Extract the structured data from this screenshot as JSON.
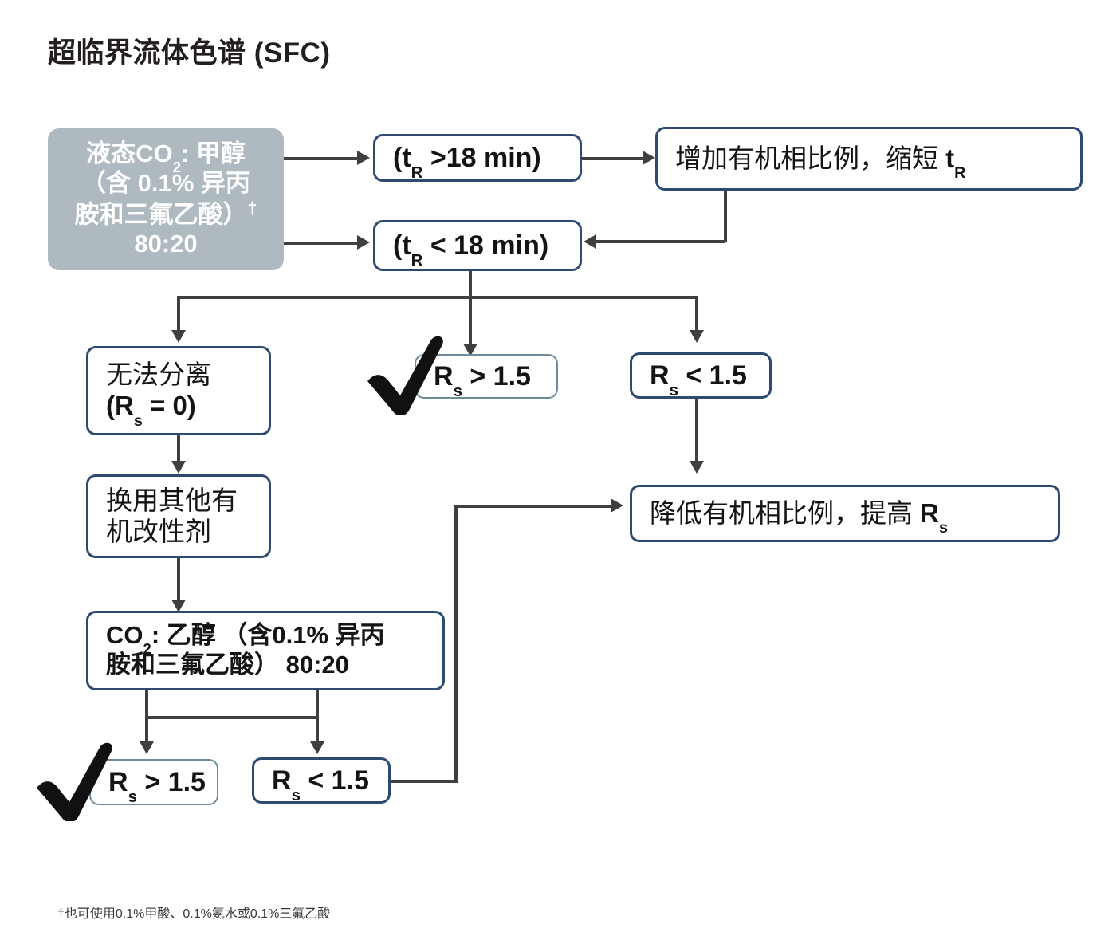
{
  "title": "超临界流体色谱 (SFC)",
  "footnote": "†也可使用0.1%甲酸、0.1%氨水或0.1%三氟乙酸",
  "colors": {
    "navy_border": "#2f4a72",
    "steel_border": "#6e8b9b",
    "start_box_fill": "#aeb9c0",
    "connector": "#3f3f3f",
    "text": "#141414",
    "title_text": "#231f20"
  },
  "nodes": {
    "start": {
      "id": "start-mobile-phase",
      "line1_pre": "液态CO",
      "line1_sub": "2",
      "line1_post": ": 甲醇",
      "line2": "（含 0.1% 异丙",
      "line3": "胺和三氟乙酸）",
      "dagger": "†",
      "line4": "80:20"
    },
    "tr_gt": {
      "pre": "(t",
      "sub": "R",
      "post": " >18 min)"
    },
    "tr_lt": {
      "pre": "(t",
      "sub": "R",
      "post": " < 18 min)"
    },
    "increase_organic": {
      "pre": "增加有机相比例，缩短 ",
      "bold": "t",
      "sub": "R"
    },
    "no_separation": {
      "line1": "无法分离",
      "line2_pre": "(R",
      "line2_sub": "s",
      "line2_post": " = 0)"
    },
    "switch_modifier": {
      "line1": "换用其他有",
      "line2": "机改性剂"
    },
    "co2_ethanol": {
      "line1_pre": "CO",
      "line1_sub": "2",
      "line1_post": ": 乙醇 （含0.1% 异丙",
      "line2": "胺和三氟乙酸） 80:20"
    },
    "rs_gt_mid": {
      "pre": "R",
      "sub": "s",
      "post": " > 1.5"
    },
    "rs_lt_mid": {
      "pre": "R",
      "sub": "s",
      "post": " < 1.5"
    },
    "rs_gt_bottom": {
      "pre": "R",
      "sub": "s",
      "post": " > 1.5"
    },
    "rs_lt_bottom": {
      "pre": "R",
      "sub": "s",
      "post": " < 1.5"
    },
    "decrease_organic": {
      "pre": "降低有机相比例，提高 ",
      "bold": "R",
      "sub": "s"
    }
  },
  "icons": {
    "check_mid": "check-mark-icon",
    "check_bottom": "check-mark-icon"
  }
}
